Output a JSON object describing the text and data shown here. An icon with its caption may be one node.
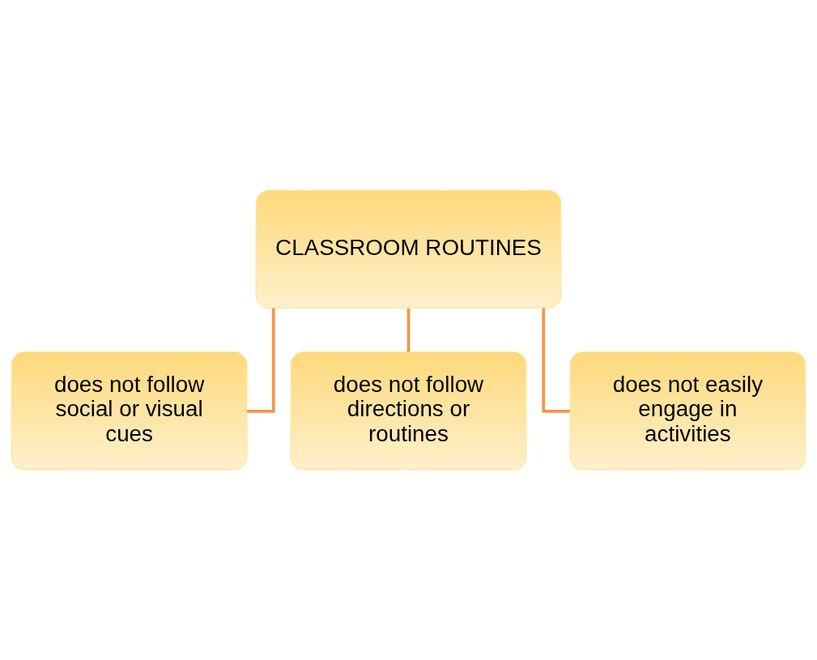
{
  "diagram": {
    "nodes": [
      {
        "text": [
          "CLASSROOM ROUTINES"
        ]
      },
      {
        "text": [
          "does not follow social or visual cues"
        ]
      },
      {
        "text": [
          "does not follow directions or routines"
        ]
      },
      {
        "text": [
          "does not easily engage in activities"
        ]
      }
    ],
    "edges": [
      {
        "from": 0,
        "to": 1,
        "arrow": "none"
      },
      {
        "from": 0,
        "to": 2,
        "arrow": "none"
      },
      {
        "from": 0,
        "to": 3,
        "arrow": "none"
      }
    ]
  }
}
